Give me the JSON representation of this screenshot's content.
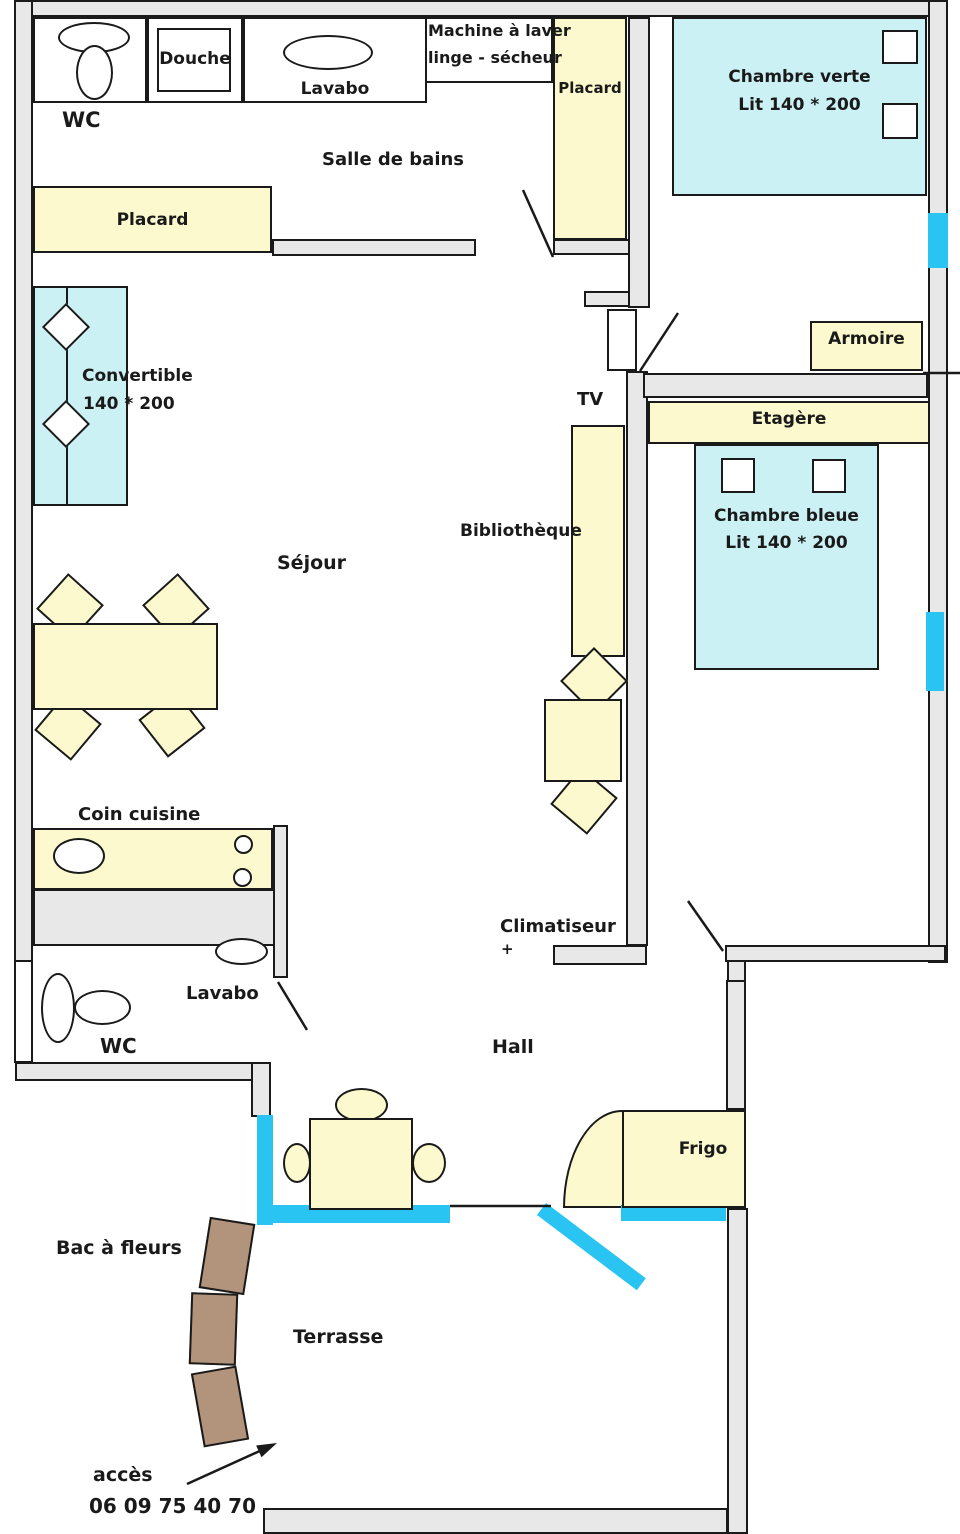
{
  "labels": {
    "wc_top": "WC",
    "douche": "Douche",
    "lavabo_top": "Lavabo",
    "machine1": "Machine à laver",
    "machine2": "linge - sécheur",
    "salle_de_bains": "Salle de bains",
    "placard_h": "Placard",
    "placard_v": "Placard",
    "chambre_verte": "Chambre verte",
    "lit_verte": "Lit 140 * 200",
    "convertible": "Convertible",
    "convertible_size": "140 * 200",
    "tv": "TV",
    "armoire": "Armoire",
    "etagere": "Etagère",
    "bibliotheque": "Bibliothèque",
    "chambre_bleue": "Chambre bleue",
    "lit_bleue": "Lit 140 * 200",
    "sejour": "Séjour",
    "coin_cuisine": "Coin cuisine",
    "climatiseur": "Climatiseur",
    "climatiseur_plus": "+",
    "lavabo_bas": "Lavabo",
    "wc_bas": "WC",
    "hall": "Hall",
    "frigo": "Frigo",
    "bac_a_fleurs": "Bac à fleurs",
    "terrasse": "Terrasse",
    "acces": "accès",
    "telephone": "06 09 75 40 70"
  },
  "colors": {
    "furniture_yellow": "#FBF9CD",
    "bed_cyan": "#CBF1F4",
    "window_blue": "#29C4F2",
    "wall_gray": "#E8E8E8",
    "planter_brown": "#B2937B",
    "line": "#1A1A1A",
    "background": "#FFFFFF"
  }
}
